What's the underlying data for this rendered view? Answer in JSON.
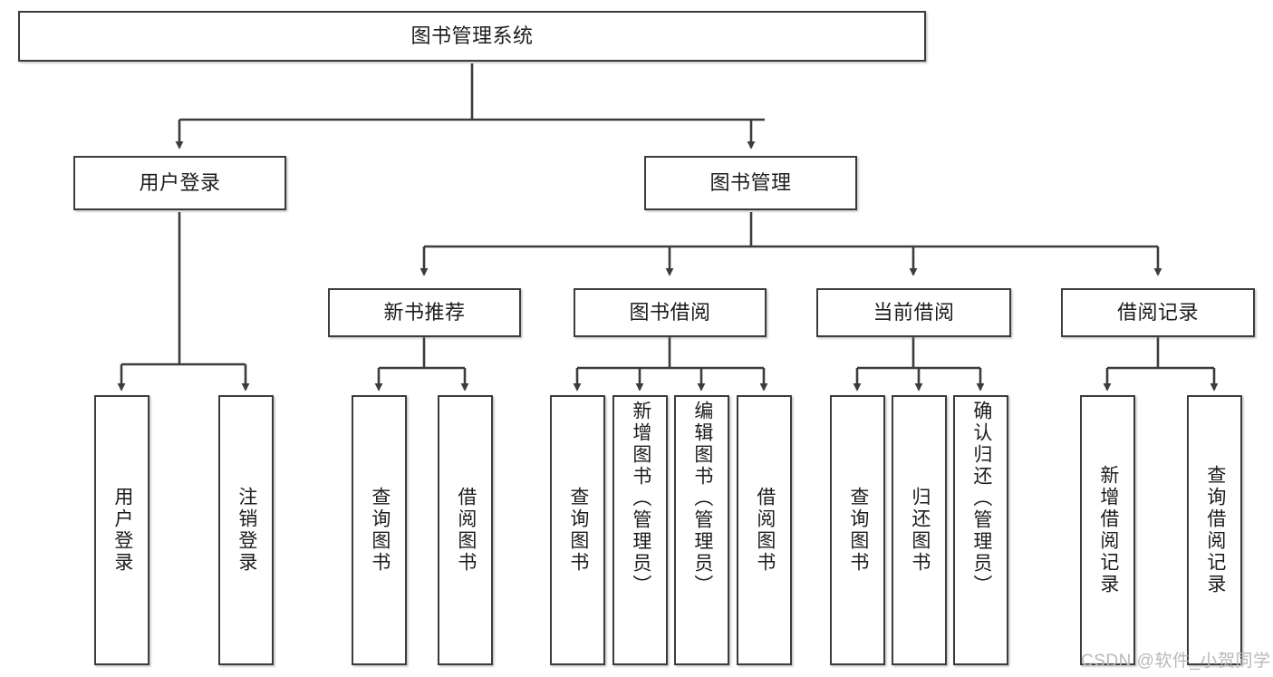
{
  "diagram": {
    "title": "图书管理系统",
    "type": "tree",
    "watermark": "CSDN @软件_小贺同学",
    "colors": {
      "box_border": "#3c3c3c",
      "box_fill": "#ffffff",
      "connector": "#3c3c3c",
      "text": "#1c1c1c",
      "watermark": "#b9b9b9"
    },
    "levels": {
      "root": {
        "label": "图书管理系统"
      },
      "level2": [
        {
          "label": "用户登录"
        },
        {
          "label": "图书管理"
        }
      ],
      "level3": [
        {
          "label": "新书推荐"
        },
        {
          "label": "图书借阅"
        },
        {
          "label": "当前借阅"
        },
        {
          "label": "借阅记录"
        }
      ],
      "leaves": {
        "user_login": [
          {
            "label": "用户登录"
          },
          {
            "label": "注销登录"
          }
        ],
        "new_book_recommend": [
          {
            "label": "查询图书"
          },
          {
            "label": "借阅图书"
          }
        ],
        "book_borrow": [
          {
            "label": "查询图书"
          },
          {
            "label": "新增图书（管理员）"
          },
          {
            "label": "编辑图书（管理员）"
          },
          {
            "label": "借阅图书"
          }
        ],
        "current_borrow": [
          {
            "label": "查询图书"
          },
          {
            "label": "归还图书"
          },
          {
            "label": "确认归还（管理员）"
          }
        ],
        "borrow_record": [
          {
            "label": "新增借阅记录"
          },
          {
            "label": "查询借阅记录"
          }
        ]
      }
    }
  }
}
